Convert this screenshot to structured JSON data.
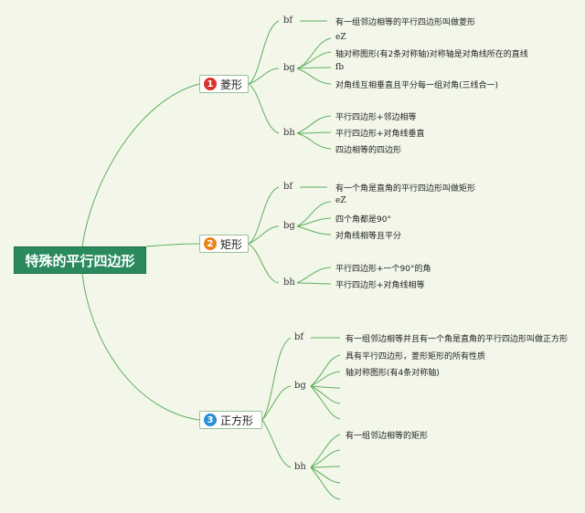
{
  "root": {
    "label": "特殊的平行四边形"
  },
  "colors": {
    "line": "#5fae5a",
    "root_bg": "#2a8a5e",
    "badge1": "#d9322e",
    "badge2": "#e8841e",
    "badge3": "#2b8fd6"
  },
  "topics": [
    {
      "number": "1",
      "label": "菱形",
      "groups": [
        {
          "label": "bf",
          "items": [
            "有一组邻边相等的平行四边形叫做菱形"
          ]
        },
        {
          "label": "bg",
          "items": [
            "eZ",
            "轴对称图形(有2条对称轴)对称轴是对角线所在的直线",
            "fb",
            "对角线互相垂直且平分每一组对角(三线合一)"
          ]
        },
        {
          "label": "bh",
          "items": [
            "平行四边形+邻边相等",
            "平行四边形+对角线垂直",
            "四边相等的四边形"
          ]
        }
      ]
    },
    {
      "number": "2",
      "label": "矩形",
      "groups": [
        {
          "label": "bf",
          "items": [
            "有一个角是直角的平行四边形叫做矩形"
          ]
        },
        {
          "label": "bg",
          "items": [
            "eZ",
            "四个角都是90°",
            "对角线相等且平分"
          ]
        },
        {
          "label": "bh",
          "items": [
            "平行四边形+一个90°的角",
            "平行四边形+对角线相等"
          ]
        }
      ]
    },
    {
      "number": "3",
      "label": "正方形",
      "groups": [
        {
          "label": "bf",
          "items": [
            "有一组邻边相等并且有一个角是直角的平行四边形叫做正方形"
          ]
        },
        {
          "label": "bg",
          "items": [
            "具有平行四边形，菱形矩形的所有性质",
            "轴对称图形(有4条对称轴)",
            "",
            "",
            ""
          ]
        },
        {
          "label": "bh",
          "items": [
            "有一组邻边相等的矩形",
            "",
            "",
            "",
            ""
          ]
        }
      ]
    }
  ]
}
